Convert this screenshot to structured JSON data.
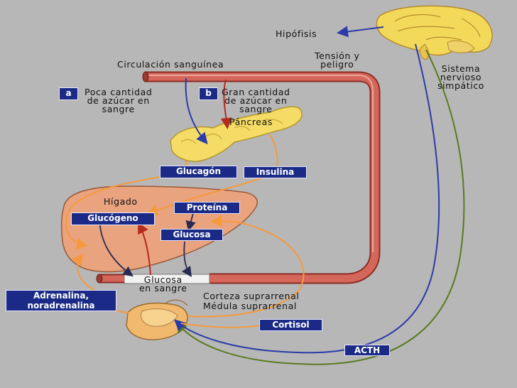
{
  "labels": {
    "hipofisis": "Hipófisis",
    "tension": "Tensión y\npeligro",
    "sistema": "Sistema\nnervioso\nsimpático",
    "circulacion": "Circulación sanguínea",
    "poca": "Poca cantidad\nde azúcar en\nsangre",
    "gran": "Gran cantidad\nde azúcar en\nsangre",
    "pancreas": "Páncreas",
    "higado": "Hígado",
    "glucosa_sangre": "Glucosa\nen sangre",
    "corteza": "Corteza suprarrenal",
    "medula": "Médula suprarrenal"
  },
  "boxes": {
    "a": "a",
    "b": "b",
    "glucagon": "Glucagón",
    "insulina": "Insulina",
    "glucogeno": "Glucógeno",
    "proteina": "Proteína",
    "glucosa": "Glucosa",
    "adrenalina": "Adrenalina,\nnoradrenalina",
    "cortisol": "Cortisol",
    "acth": "ACTH"
  },
  "colors": {
    "background": "#b7b7b7",
    "label_box": "#1a2a86",
    "blood_vessel": "#c8584a",
    "hormone_arrow": "#f59a3c",
    "nerve_blue": "#2b3ba8",
    "nerve_green": "#5b7a1e",
    "organ_yellow": "#f4dc66",
    "liver": "#e9a37e"
  }
}
